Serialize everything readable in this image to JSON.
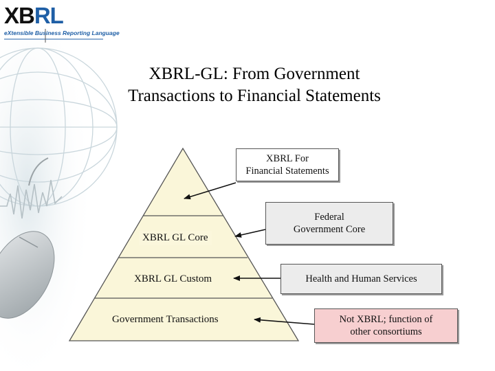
{
  "logo": {
    "letters_left": "XB",
    "letters_right": "RL",
    "tagline": "eXtensible Business Reporting Language"
  },
  "title": {
    "line1": "XBRL-GL:  From Government",
    "line2": "Transactions to Financial Statements"
  },
  "pyramid": {
    "levels": [
      {
        "label": "XBRL GL Core"
      },
      {
        "label": "XBRL GL Custom"
      },
      {
        "label": "Government Transactions"
      }
    ]
  },
  "callouts": [
    {
      "lines": [
        "XBRL For",
        "Financial Statements"
      ],
      "fill": "#ffffff"
    },
    {
      "lines": [
        "Federal",
        "Government Core"
      ],
      "fill": "#ececec"
    },
    {
      "lines": [
        "Health and Human Services"
      ],
      "fill": "#ececec"
    },
    {
      "lines": [
        "Not XBRL; function of",
        "other consortiums"
      ],
      "fill": "#f7cfd0"
    }
  ],
  "colors": {
    "pyramid_fill": "#faf6d9",
    "logo_blue": "#1f5fa6"
  }
}
